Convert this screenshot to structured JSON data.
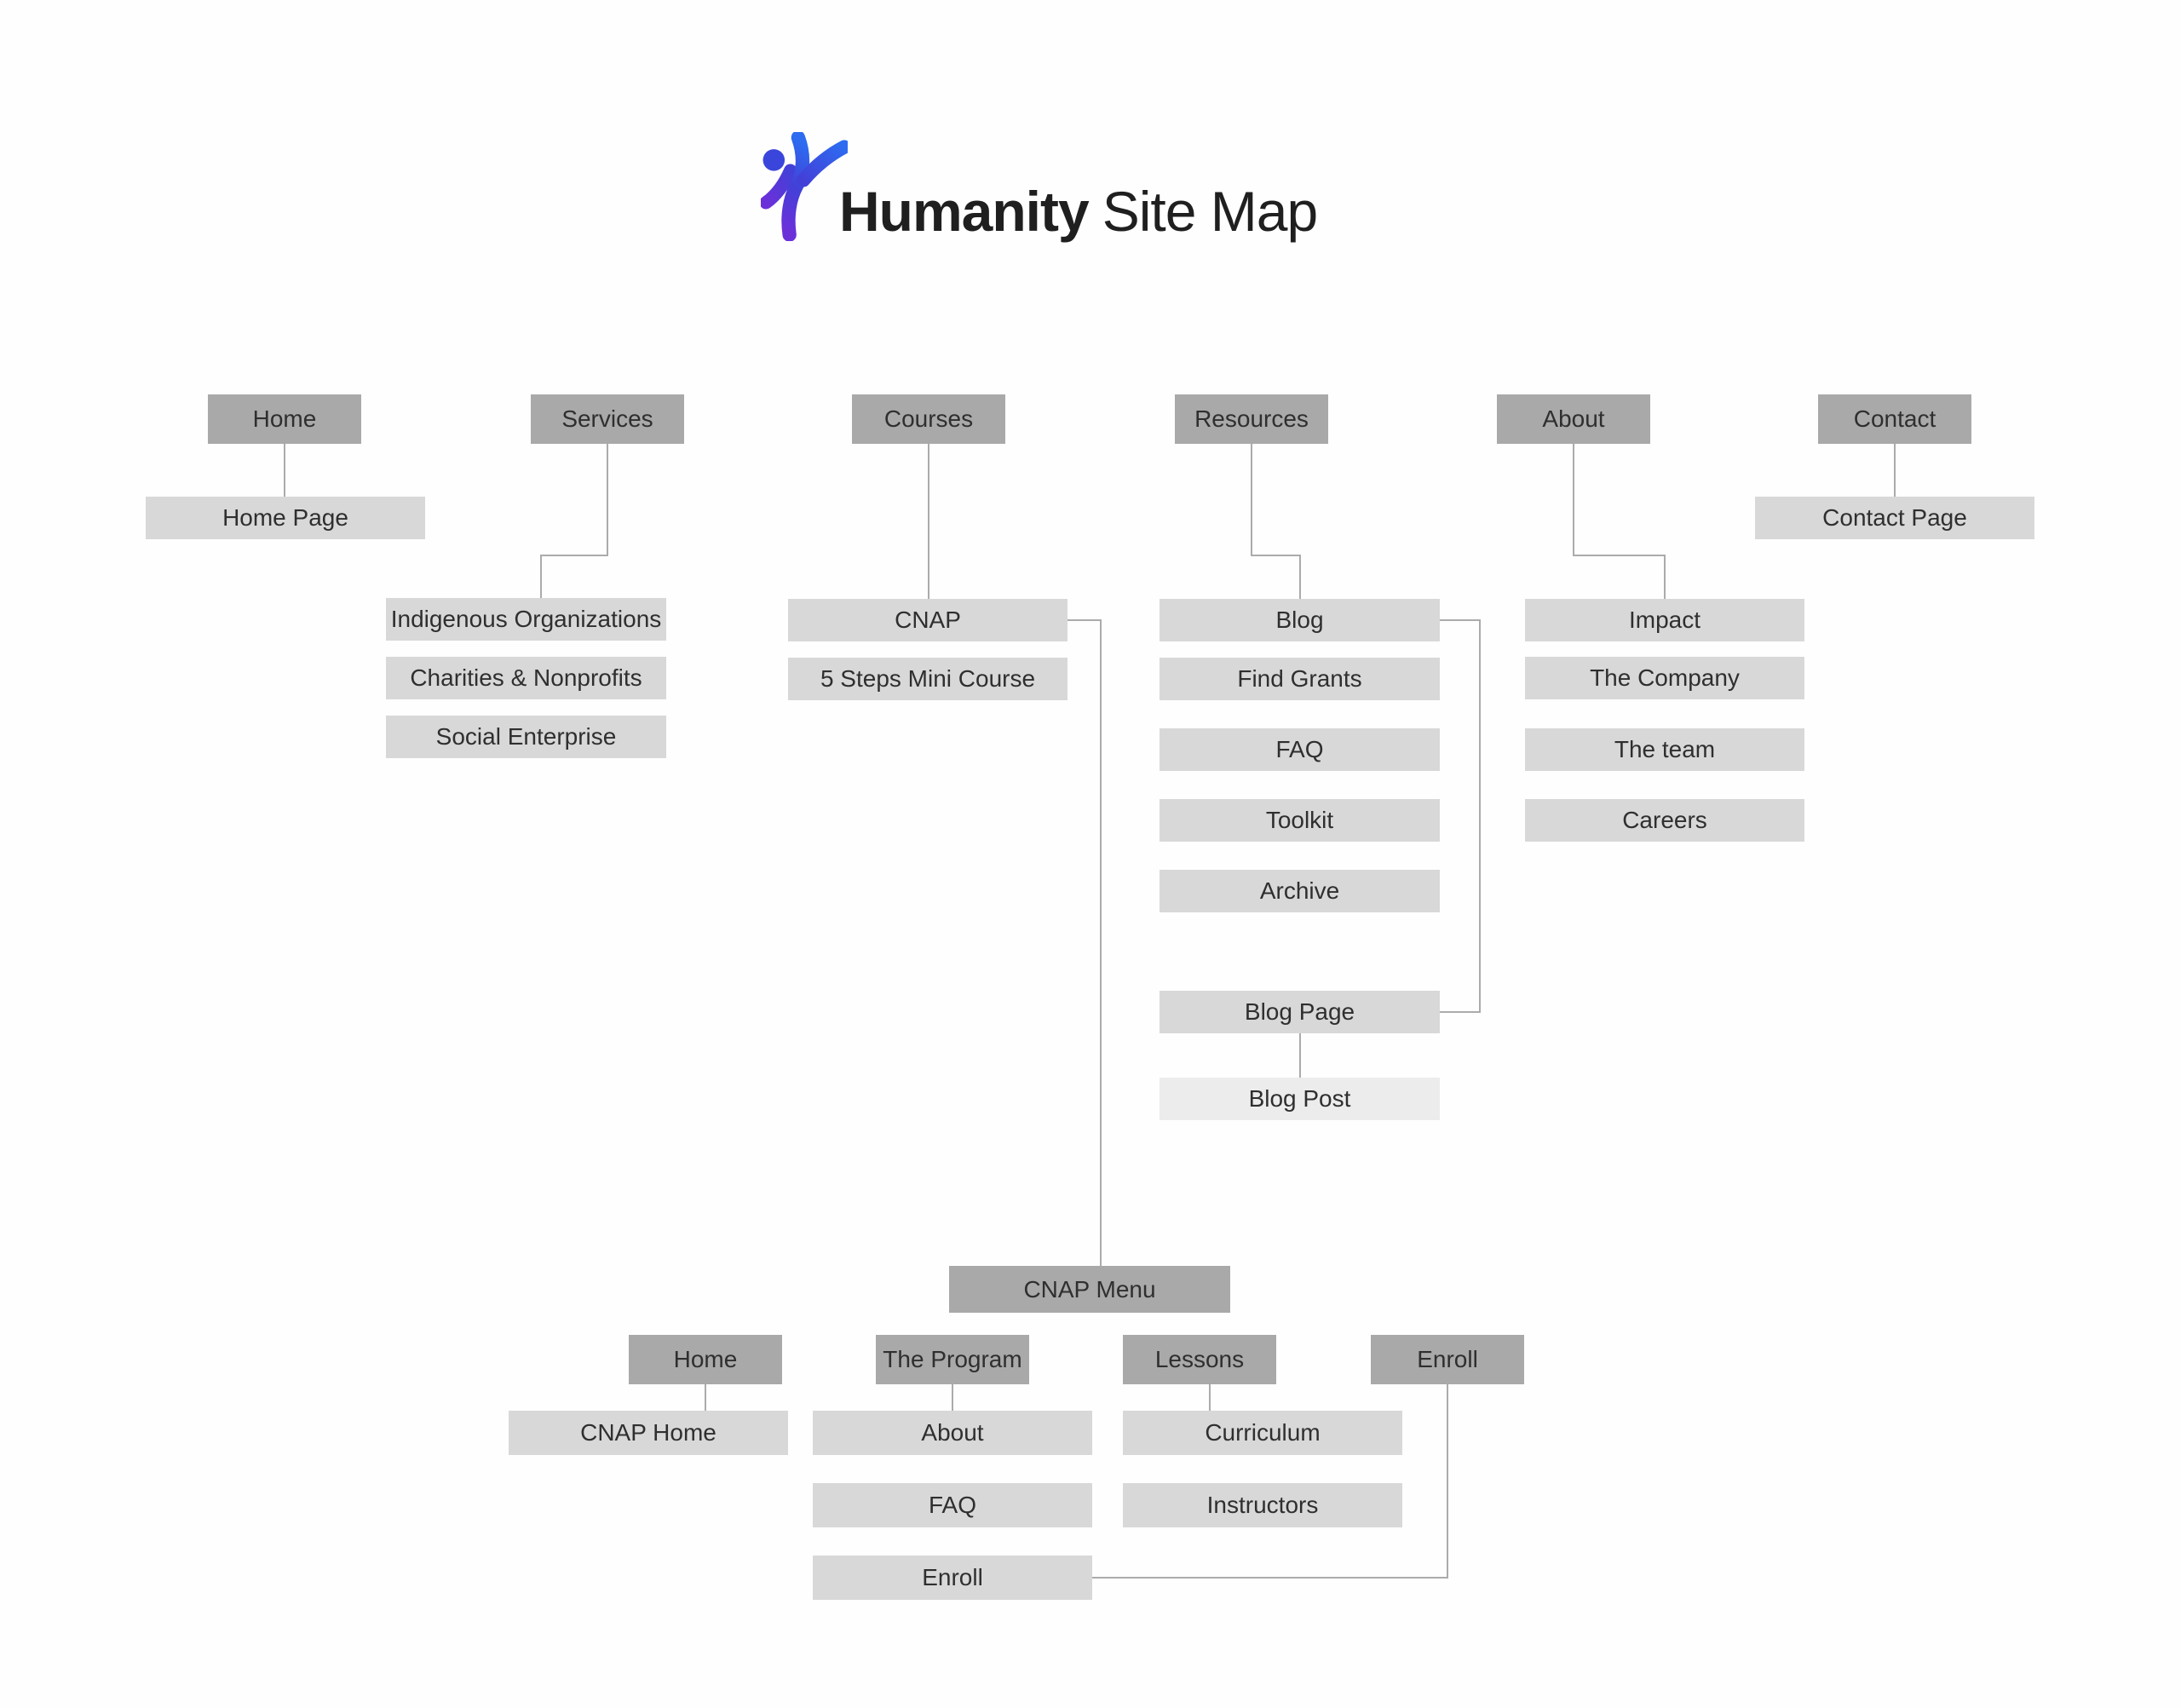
{
  "header": {
    "brand": "Humanity",
    "suffix": "Site Map"
  },
  "colors": {
    "bg": "#fefefe",
    "dark": "#a9a9a9",
    "light": "#d8d8d8",
    "lighter": "#ececec",
    "line": "#ababab",
    "text": "#2f2f2f",
    "title": "#1f1f1f",
    "logo-head": "#3a46db",
    "logo-blue": "#2d6bf0",
    "logo-indigo": "#4340d8",
    "logo-violet": "#6c30d9"
  },
  "nodes": {
    "home": {
      "label": "Home"
    },
    "services": {
      "label": "Services"
    },
    "courses": {
      "label": "Courses"
    },
    "resources": {
      "label": "Resources"
    },
    "about": {
      "label": "About"
    },
    "contact": {
      "label": "Contact"
    },
    "home_page": {
      "label": "Home Page"
    },
    "contact_page": {
      "label": "Contact Page"
    },
    "indigenous_organizations": {
      "label": "Indigenous Organizations"
    },
    "charities_nonprofits": {
      "label": "Charities & Nonprofits"
    },
    "social_enterprise": {
      "label": "Social Enterprise"
    },
    "cnap": {
      "label": "CNAP"
    },
    "five_steps_mini_course": {
      "label": "5 Steps Mini Course"
    },
    "blog": {
      "label": "Blog"
    },
    "find_grants": {
      "label": "Find Grants"
    },
    "faq": {
      "label": "FAQ"
    },
    "toolkit": {
      "label": "Toolkit"
    },
    "archive": {
      "label": "Archive"
    },
    "impact": {
      "label": "Impact"
    },
    "the_company": {
      "label": "The Company"
    },
    "the_team": {
      "label": "The team"
    },
    "careers": {
      "label": "Careers"
    },
    "blog_page": {
      "label": "Blog Page"
    },
    "blog_post": {
      "label": "Blog Post"
    },
    "cnap_menu": {
      "label": "CNAP Menu"
    },
    "menu_home": {
      "label": "Home"
    },
    "menu_the_program": {
      "label": "The Program"
    },
    "menu_lessons": {
      "label": "Lessons"
    },
    "menu_enroll": {
      "label": "Enroll"
    },
    "cnap_home": {
      "label": "CNAP Home"
    },
    "program_about": {
      "label": "About"
    },
    "program_faq": {
      "label": "FAQ"
    },
    "program_enroll": {
      "label": "Enroll"
    },
    "curriculum": {
      "label": "Curriculum"
    },
    "instructors": {
      "label": "Instructors"
    }
  }
}
